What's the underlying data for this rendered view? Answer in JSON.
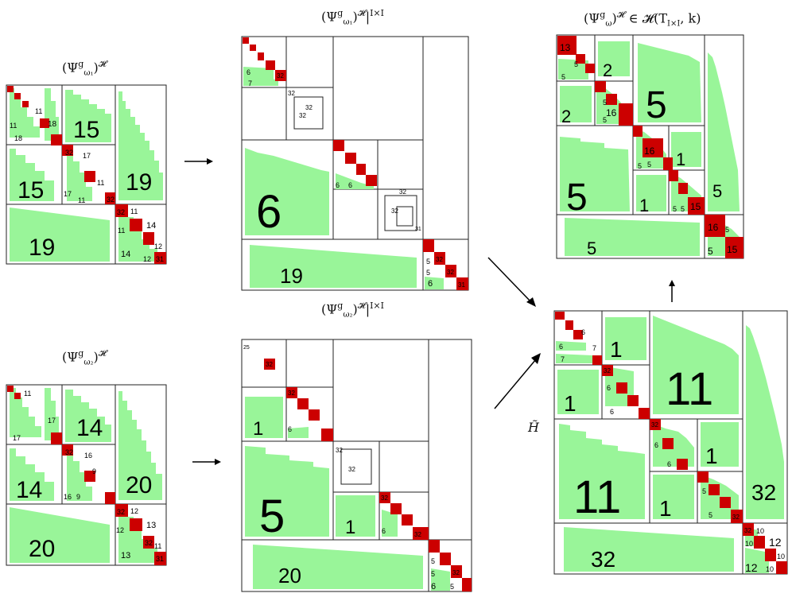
{
  "titles": {
    "psi_w1": "(Ψ",
    "psi_w1_sub": "ω₁",
    "psi_w2_sub": "ω₂",
    "restricted_sup": "𝓗|I×I",
    "h_sup": "𝓗",
    "psi_w_sub": "ω",
    "final_tail": " ∈ 𝓗(T",
    "final_sub": "I×I",
    "final_end": ", k)",
    "h_tilde": "H̃",
    "g": "g"
  },
  "panels": {
    "p1": {
      "name": "psi-omega1-hmatrix",
      "blocks": [
        {
          "t": "32",
          "k": "r"
        },
        {
          "t": "32",
          "k": "r"
        },
        {
          "t": "32",
          "k": "r"
        },
        {
          "t": "32",
          "k": "r"
        },
        {
          "t": "32",
          "k": "r"
        },
        {
          "t": "31",
          "k": "r"
        },
        {
          "t": "15",
          "k": "g"
        },
        {
          "t": "15",
          "k": "g"
        },
        {
          "t": "19",
          "k": "g"
        },
        {
          "t": "19",
          "k": "g"
        },
        {
          "t": "11",
          "k": "g"
        },
        {
          "t": "18",
          "k": "g"
        },
        {
          "t": "11",
          "k": "g"
        },
        {
          "t": "18",
          "k": "g"
        },
        {
          "t": "17",
          "k": "g"
        },
        {
          "t": "11",
          "k": "g"
        },
        {
          "t": "17",
          "k": "g"
        },
        {
          "t": "11",
          "k": "g"
        },
        {
          "t": "14",
          "k": "g"
        },
        {
          "t": "11",
          "k": "g"
        },
        {
          "t": "14",
          "k": "g"
        },
        {
          "t": "12",
          "k": "g"
        },
        {
          "t": "11",
          "k": "g"
        },
        {
          "t": "12",
          "k": "g"
        }
      ]
    },
    "p2": {
      "name": "psi-omega2-hmatrix",
      "blocks": [
        {
          "t": "17",
          "k": "g"
        },
        {
          "t": "14",
          "k": "g"
        },
        {
          "t": "14",
          "k": "g"
        },
        {
          "t": "20",
          "k": "g"
        },
        {
          "t": "20",
          "k": "g"
        },
        {
          "t": "11",
          "k": "g"
        },
        {
          "t": "16",
          "k": "g"
        },
        {
          "t": "17",
          "k": "g"
        },
        {
          "t": "16",
          "k": "g"
        },
        {
          "t": "9",
          "k": "g"
        },
        {
          "t": "9",
          "k": "g"
        },
        {
          "t": "13",
          "k": "g"
        },
        {
          "t": "12",
          "k": "g"
        },
        {
          "t": "12",
          "k": "g"
        },
        {
          "t": "13",
          "k": "g"
        },
        {
          "t": "11",
          "k": "g"
        },
        {
          "t": "32",
          "k": "r"
        },
        {
          "t": "32",
          "k": "r"
        },
        {
          "t": "32",
          "k": "r"
        },
        {
          "t": "31",
          "k": "r"
        }
      ]
    },
    "p3": {
      "name": "psi-omega1-restricted",
      "labels": [
        "6",
        "7",
        "32",
        "32",
        "32",
        "32",
        "32",
        "6",
        "32",
        "32",
        "32",
        "31",
        "19",
        "6",
        "6",
        "5",
        "5",
        "32",
        "32",
        "31"
      ]
    },
    "p4": {
      "name": "psi-omega2-restricted",
      "labels": [
        "25",
        "32",
        "1",
        "32",
        "6",
        "32",
        "5",
        "32",
        "32",
        "32",
        "1",
        "6",
        "32",
        "32",
        "20",
        "6",
        "5",
        "5",
        "32"
      ]
    },
    "p5": {
      "name": "h-tilde-sum",
      "labels": [
        "32",
        "6",
        "7",
        "6",
        "7",
        "1",
        "1",
        "11",
        "11",
        "32",
        "1",
        "1",
        "11",
        "11",
        "32",
        "32",
        "12",
        "10",
        "10",
        "12",
        "10",
        "10",
        "6",
        "6",
        "5",
        "5"
      ]
    },
    "p6": {
      "name": "psi-omega-final",
      "labels": [
        "13",
        "2",
        "2",
        "5",
        "5",
        "16",
        "5",
        "5",
        "16",
        "1",
        "5",
        "5",
        "1",
        "5",
        "15",
        "16",
        "5",
        "15",
        "5",
        "5"
      ]
    }
  },
  "colors": {
    "red": "#cc0000",
    "green": "#99f599"
  }
}
